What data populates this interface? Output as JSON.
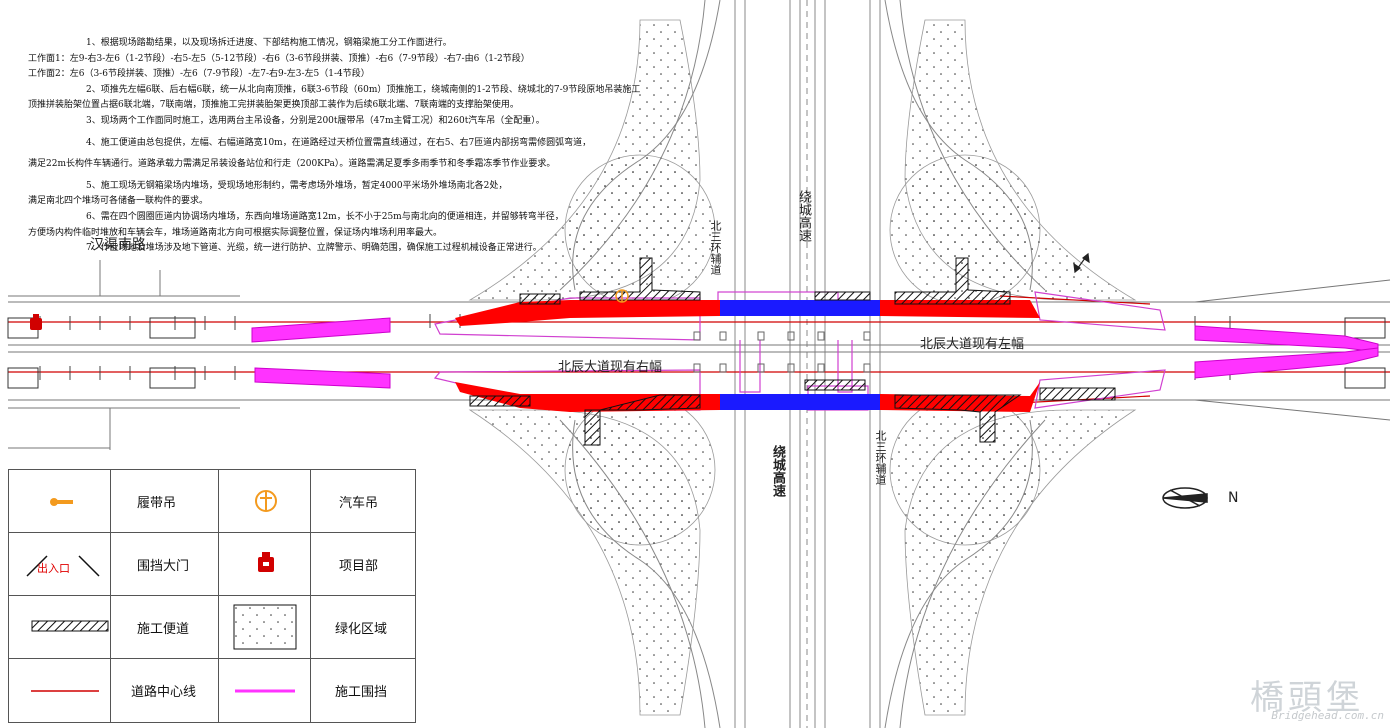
{
  "notes": [
    "1、根据现场踏勘结果，以及现场拆迁进度、下部结构施工情况，钢箱梁施工分工作面进行。",
    "工作面1：左9-右3-左6（1-2节段）-右5-左5（5-12节段）-右6（3-6节段拼装、顶推）-右6（7-9节段）-右7-由6（1-2节段）",
    "工作面2：左6（3-6节段拼装、顶推）-左6（7-9节段）-左7-右9-左3-左5（1-4节段）",
    "2、项推先左幅6联、后右幅6联，统一从北向南顶推，6联3-6节段（60m）顶推施工，绕城南侧的1-2节段、绕城北的7-9节段原地吊装施工",
    "顶推拼装胎架位置占据6联北端，7联南端，顶推施工完拼装胎架更换顶部工装作为后续6联北端、7联南端的支撑胎架使用。",
    "3、现场两个工作面同时施工，选用两台主吊设备，分别是200t履带吊（47m主臂工况）和260t汽车吊（全配重）。",
    "4、施工便道由总包提供，左幅、右幅道路宽10m，在道路经过天桥位置需直线通过，在右5、右7匝道内部拐弯需修圆弧弯道，",
    "满足22m长构件车辆通行。道路承载力需满足吊装设备站位和行走（200KPa）。道路需满足夏季多雨季节和冬季霜冻季节作业要求。",
    "5、施工现场无钢箱梁场内堆场，受现场地形制约，需考虑场外堆场，暂定4000平米场外堆场南北各2处，",
    "满足南北四个堆场可各储备一联构件的要求。",
    "6、需在四个圆圈匝道内协调场内堆场，东西向堆场道路宽12m，长不小于25m与南北向的便道相连，并留够转弯半径，",
    "方便场内构件临时堆放和车辆会车，堆场道路南北方向可根据实际调整位置，保证场内堆场利用率最大。",
    "7、作业场地及堆场涉及地下管道、光缆，统一进行防护、立牌警示、明确范围，确保施工过程机械设备正常进行。"
  ],
  "labels": {
    "hanqu": "汉渠南路",
    "right_lane": "北辰大道现有右幅",
    "left_lane": "北辰大道现有左幅",
    "ring_top": "绕城高速",
    "ring_bottom": "绕城高速",
    "aux_top": "北三环辅道",
    "aux_bottom": "北三环辅道",
    "north_arrow": "N"
  },
  "legend": [
    {
      "icon": "crawler-crane",
      "label": "履带吊"
    },
    {
      "icon": "truck-crane",
      "label": "汽车吊"
    },
    {
      "icon": "gate",
      "label": "围挡大门",
      "icon_text": "出入口"
    },
    {
      "icon": "project-office",
      "label": "项目部"
    },
    {
      "icon": "access-road",
      "label": "施工便道"
    },
    {
      "icon": "green-area",
      "label": "绿化区域"
    },
    {
      "icon": "centerline",
      "label": "道路中心线"
    },
    {
      "icon": "fence",
      "label": "施工围挡"
    }
  ],
  "watermark": {
    "cn": "橋頭堡",
    "url": "Bridgehead.com.cn"
  },
  "colors": {
    "red": "#ff0000",
    "magenta": "#ff33ff",
    "blue": "#1a1aff",
    "orange": "#f39a1e",
    "centerline": "#d10000"
  }
}
